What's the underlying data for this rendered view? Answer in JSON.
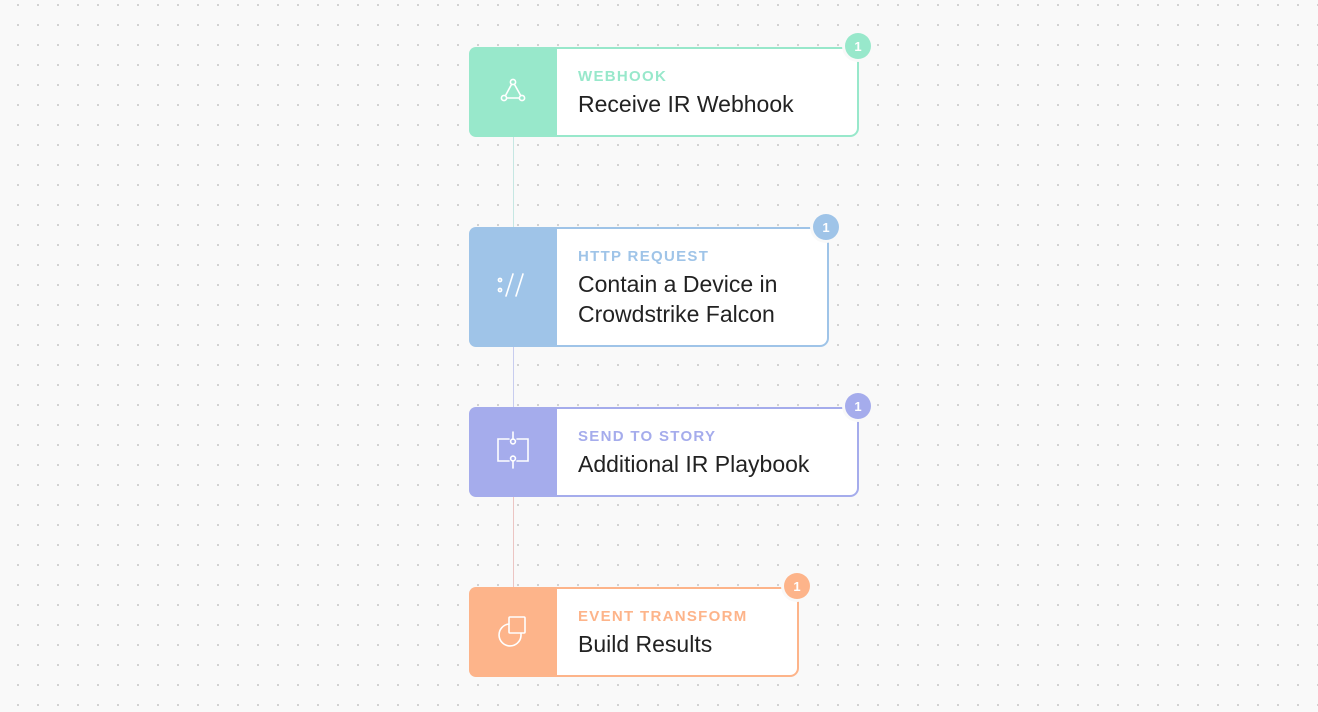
{
  "actions": [
    {
      "kind": "WEBHOOK",
      "title": "Receive IR Webhook",
      "events": "1",
      "icon": "webhook-icon",
      "color": "#98e8cb"
    },
    {
      "kind": "HTTP REQUEST",
      "title": "Contain a Device in Crowdstrike Falcon",
      "events": "1",
      "icon": "http-request-icon",
      "color": "#9fc4e8"
    },
    {
      "kind": "SEND TO STORY",
      "title": "Additional IR Playbook",
      "events": "1",
      "icon": "send-to-story-icon",
      "color": "#a5acec"
    },
    {
      "kind": "EVENT TRANSFORM",
      "title": "Build Results",
      "events": "1",
      "icon": "event-transform-icon",
      "color": "#fdb48a"
    }
  ]
}
